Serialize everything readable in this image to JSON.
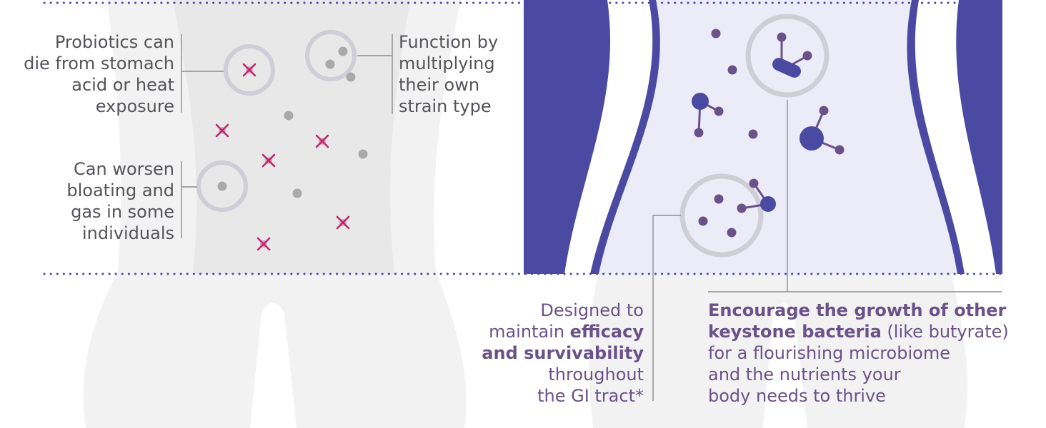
{
  "colors": {
    "silhouette": "#f2f2f2",
    "body_light": "#e8e8e8",
    "accent_blue": "#4b4aa3",
    "pale_lavender": "#ececf8",
    "ring_gray": "#cfcdd6",
    "cross_magenta": "#c0266e",
    "dot_gray": "#a9a9a9",
    "dot_purple": "#6a5288",
    "text_gray": "#555358",
    "text_purple": "#6a5288",
    "connector_gray": "#8e8e92"
  },
  "left_panel": {
    "label_survival": [
      "Probiotics can",
      "die from stomach",
      "acid or heat",
      "exposure"
    ],
    "label_bloating": [
      "Can worsen",
      "bloating and",
      "gas in some",
      "individuals"
    ],
    "label_multiply": [
      "Function by",
      "multiplying",
      "their own",
      "strain type"
    ],
    "icons": {
      "cross": "x-mark-icon",
      "dot": "bacteria-dot-icon",
      "ring": "bacteria-ring-icon"
    }
  },
  "right_panel": {
    "efficacy": {
      "line1": "Designed to",
      "line2_prefix": "maintain ",
      "line2_bold": "efficacy",
      "line3_bold": "and survivability",
      "line4": "throughout",
      "line5": "the GI tract*"
    },
    "keystone": {
      "line1_bold": "Encourage the growth of other",
      "line2_bold": "keystone bacteria",
      "line2_rest": " (like butyrate)",
      "line3": "for a flourishing microbiome",
      "line4": "and the nutrients your",
      "line5": "body needs to thrive"
    },
    "icons": {
      "molecule": "molecule-icon",
      "bacterium": "rod-bacterium-icon"
    }
  }
}
